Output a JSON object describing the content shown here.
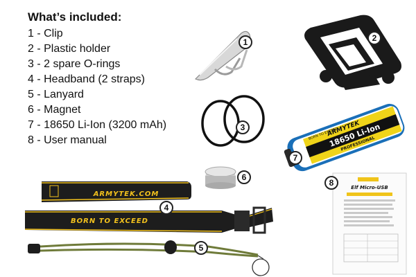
{
  "list": {
    "heading": "What’s included:",
    "items": [
      "1 - Clip",
      "2 - Plastic holder",
      "3 - 2 spare O-rings",
      "4 - Headband (2 straps)",
      "5 - Lanyard",
      "6 - Magnet",
      "7 - 18650 Li-Ion (3200 mAh)",
      "8 - User manual"
    ]
  },
  "badges": [
    "1",
    "2",
    "3",
    "4",
    "5",
    "6",
    "7",
    "8"
  ],
  "strap_upper_text": "ARMYTEK.COM",
  "strap_lower_text": "BORN TO EXCEED",
  "battery": {
    "brand": "ARMYTEK",
    "tagline": "BORN TO EXCEED",
    "model": "18650 Li-Ion",
    "grade": "PROFESSIONAL"
  },
  "manual": {
    "title": "Elf Micro-USB"
  },
  "colors": {
    "strap": "#1d1d1d",
    "strap_accent": "#f2c11d",
    "lanyard": "#6f7b3a",
    "battery_blue": "#1a6fb8",
    "battery_yellow": "#f0d419"
  }
}
